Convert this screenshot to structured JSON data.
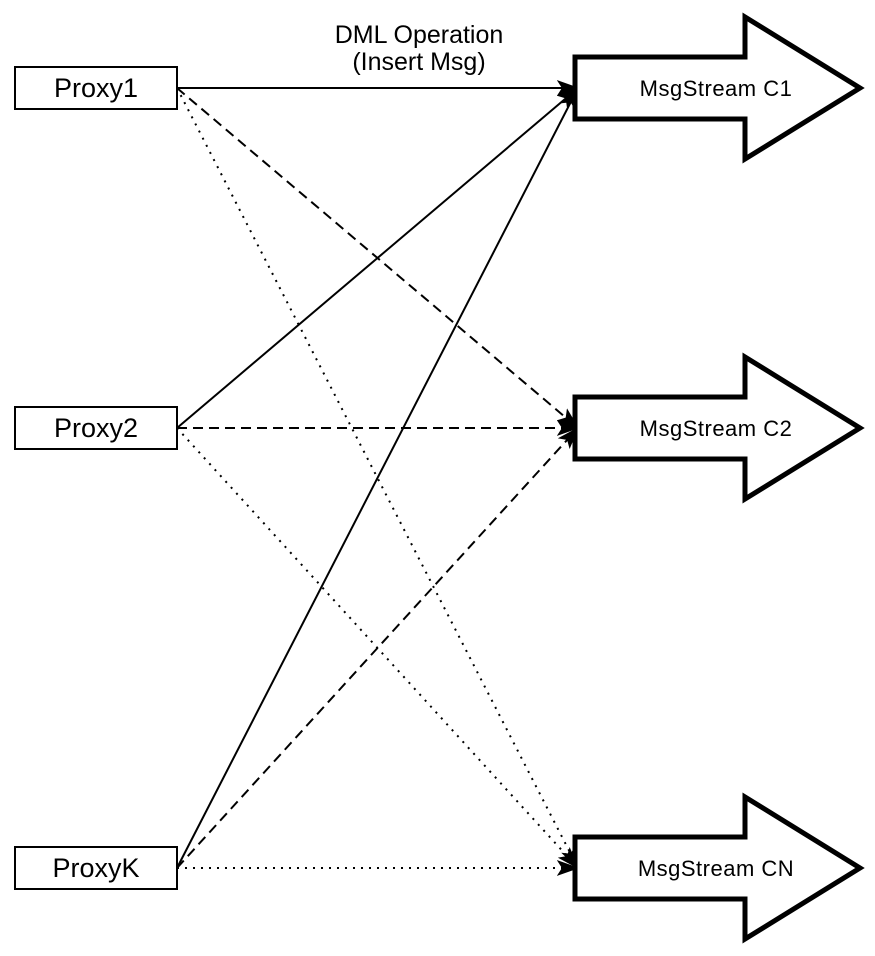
{
  "diagram": {
    "type": "flow-diagram",
    "colors": {
      "background": "#ffffff",
      "stroke": "#000000",
      "fill": "#ffffff",
      "text": "#000000"
    },
    "annotation": {
      "line1": "DML Operation",
      "line2": "(Insert Msg)",
      "full": "DML Operation (Insert Msg)"
    },
    "proxies": [
      {
        "id": "proxy1",
        "label": "Proxy1"
      },
      {
        "id": "proxy2",
        "label": "Proxy2"
      },
      {
        "id": "proxyK",
        "label": "ProxyK"
      }
    ],
    "streams": [
      {
        "id": "c1",
        "label": "MsgStream C1"
      },
      {
        "id": "c2",
        "label": "MsgStream C2"
      },
      {
        "id": "cn",
        "label": "MsgStream CN"
      }
    ],
    "edges": [
      {
        "from": "proxy1",
        "to": "c1",
        "style": "solid"
      },
      {
        "from": "proxy2",
        "to": "c1",
        "style": "solid"
      },
      {
        "from": "proxyK",
        "to": "c1",
        "style": "solid"
      },
      {
        "from": "proxy1",
        "to": "c2",
        "style": "dashed"
      },
      {
        "from": "proxy2",
        "to": "c2",
        "style": "dashed"
      },
      {
        "from": "proxyK",
        "to": "c2",
        "style": "dashed"
      },
      {
        "from": "proxy1",
        "to": "cn",
        "style": "dotted"
      },
      {
        "from": "proxy2",
        "to": "cn",
        "style": "dotted"
      },
      {
        "from": "proxyK",
        "to": "cn",
        "style": "dotted"
      }
    ]
  }
}
